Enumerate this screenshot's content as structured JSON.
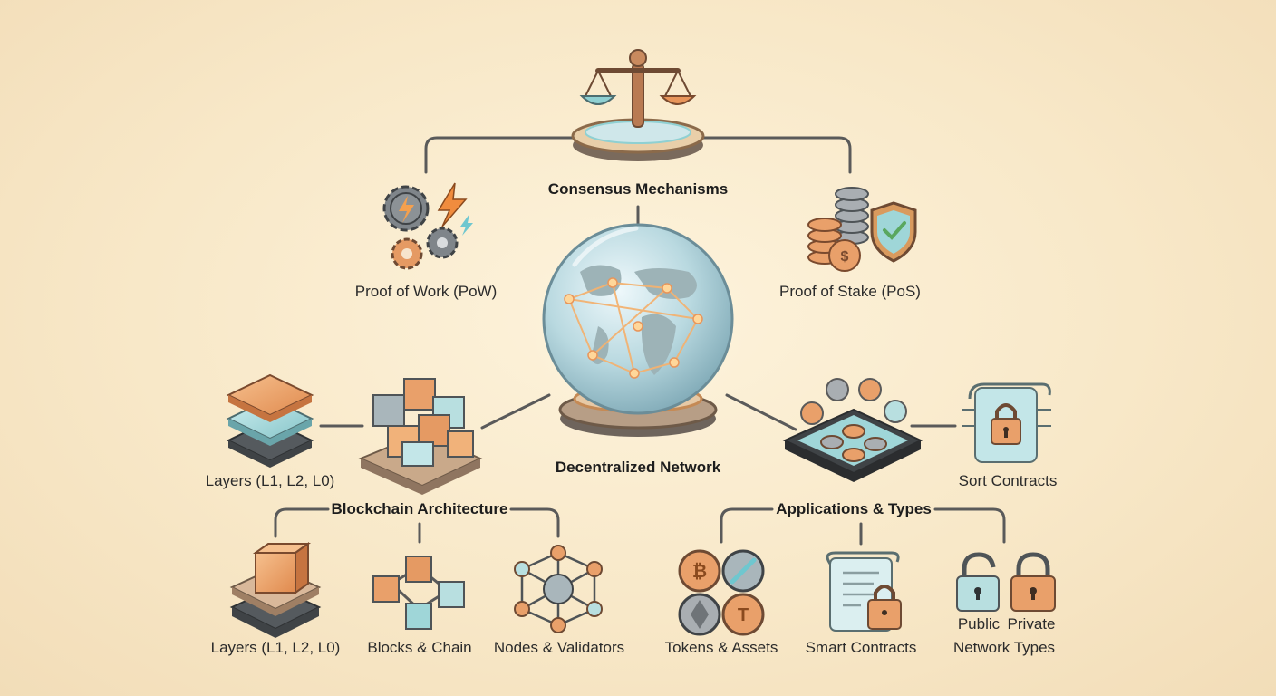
{
  "center": {
    "label": "Decentralized Network"
  },
  "consensus": {
    "title": "Consensus Mechanisms",
    "pow": "Proof of Work (PoW)",
    "pos": "Proof of Stake (PoS)"
  },
  "architecture": {
    "title": "Blockchain Architecture",
    "top_layers": "Layers (L1, L2, L0)",
    "layers": "Layers (L1, L2, L0)",
    "blocks": "Blocks & Chain",
    "nodes": "Nodes & Validators"
  },
  "applications": {
    "title": "Applications & Types",
    "sort_contracts": "Sort Contracts",
    "tokens": "Tokens & Assets",
    "smart_contracts": "Smart Contracts",
    "public": "Public",
    "private": "Private",
    "network_types": "Network Types"
  },
  "colors": {
    "line": "#5a5a5a",
    "orange": "#e8955a",
    "teal": "#8fd0d2",
    "slate": "#6f7478",
    "gold": "#d9a35a"
  },
  "icons": [
    "scales-icon",
    "gears-lightning-icon",
    "coins-shield-icon",
    "globe-network-icon",
    "layers-stack-icon",
    "cube-cluster-icon",
    "tablet-coins-icon",
    "scroll-lock-icon",
    "cube-layers-icon",
    "blocks-chain-icon",
    "node-network-icon",
    "crypto-tokens-icon",
    "contract-lock-icon",
    "padlocks-icon"
  ]
}
